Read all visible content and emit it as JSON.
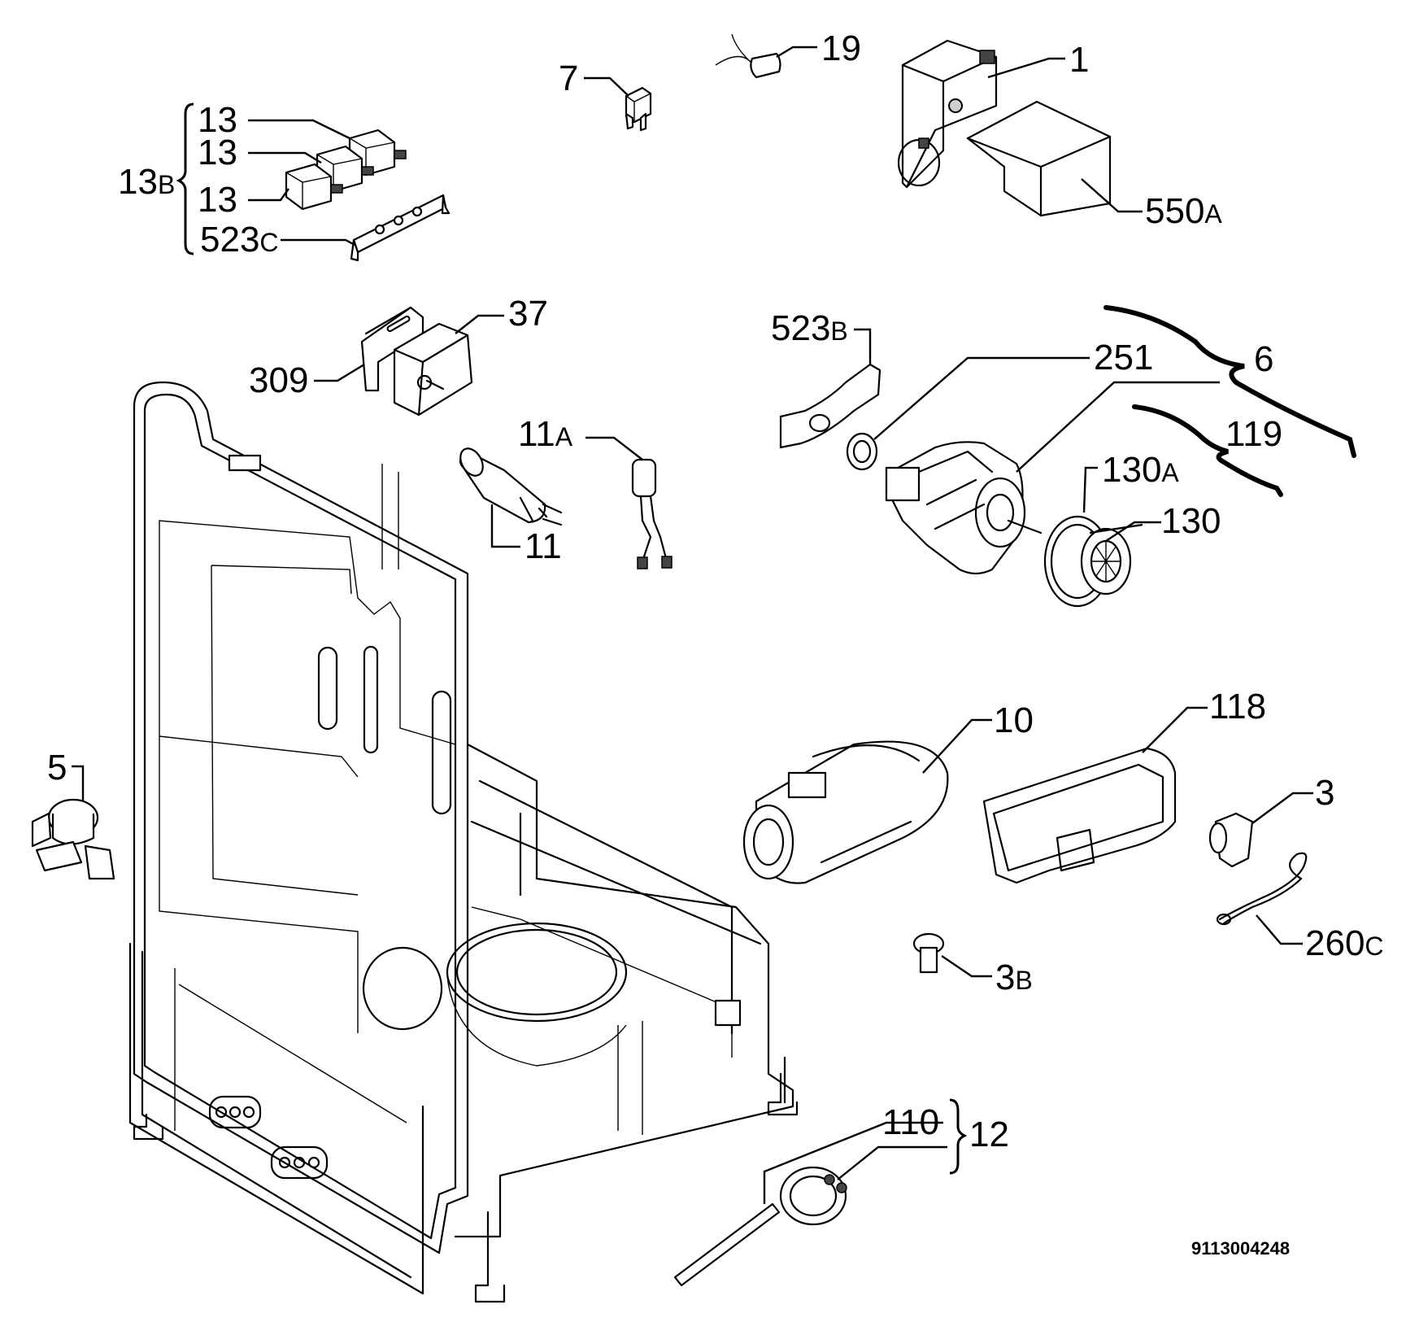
{
  "labels": {
    "p1": "1",
    "p3": "3",
    "p3b": "3",
    "p3b_sfx": "B",
    "p5": "5",
    "p6": "6",
    "p7": "7",
    "p10": "10",
    "p11": "11",
    "p11a": "11",
    "p11a_sfx": "A",
    "p12": "12",
    "p13_1": "13",
    "p13_2": "13",
    "p13_3": "13",
    "p13b": "13",
    "p13b_sfx": "B",
    "p19": "19",
    "p37": "37",
    "p110": "110",
    "p118": "118",
    "p119": "119",
    "p130": "130",
    "p130a": "130",
    "p130a_sfx": "A",
    "p251": "251",
    "p260c": "260",
    "p260c_sfx": "C",
    "p309": "309",
    "p523b": "523",
    "p523b_sfx": "B",
    "p523c": "523",
    "p523c_sfx": "C",
    "p550a": "550",
    "p550a_sfx": "A"
  },
  "document_number": "9113004248"
}
